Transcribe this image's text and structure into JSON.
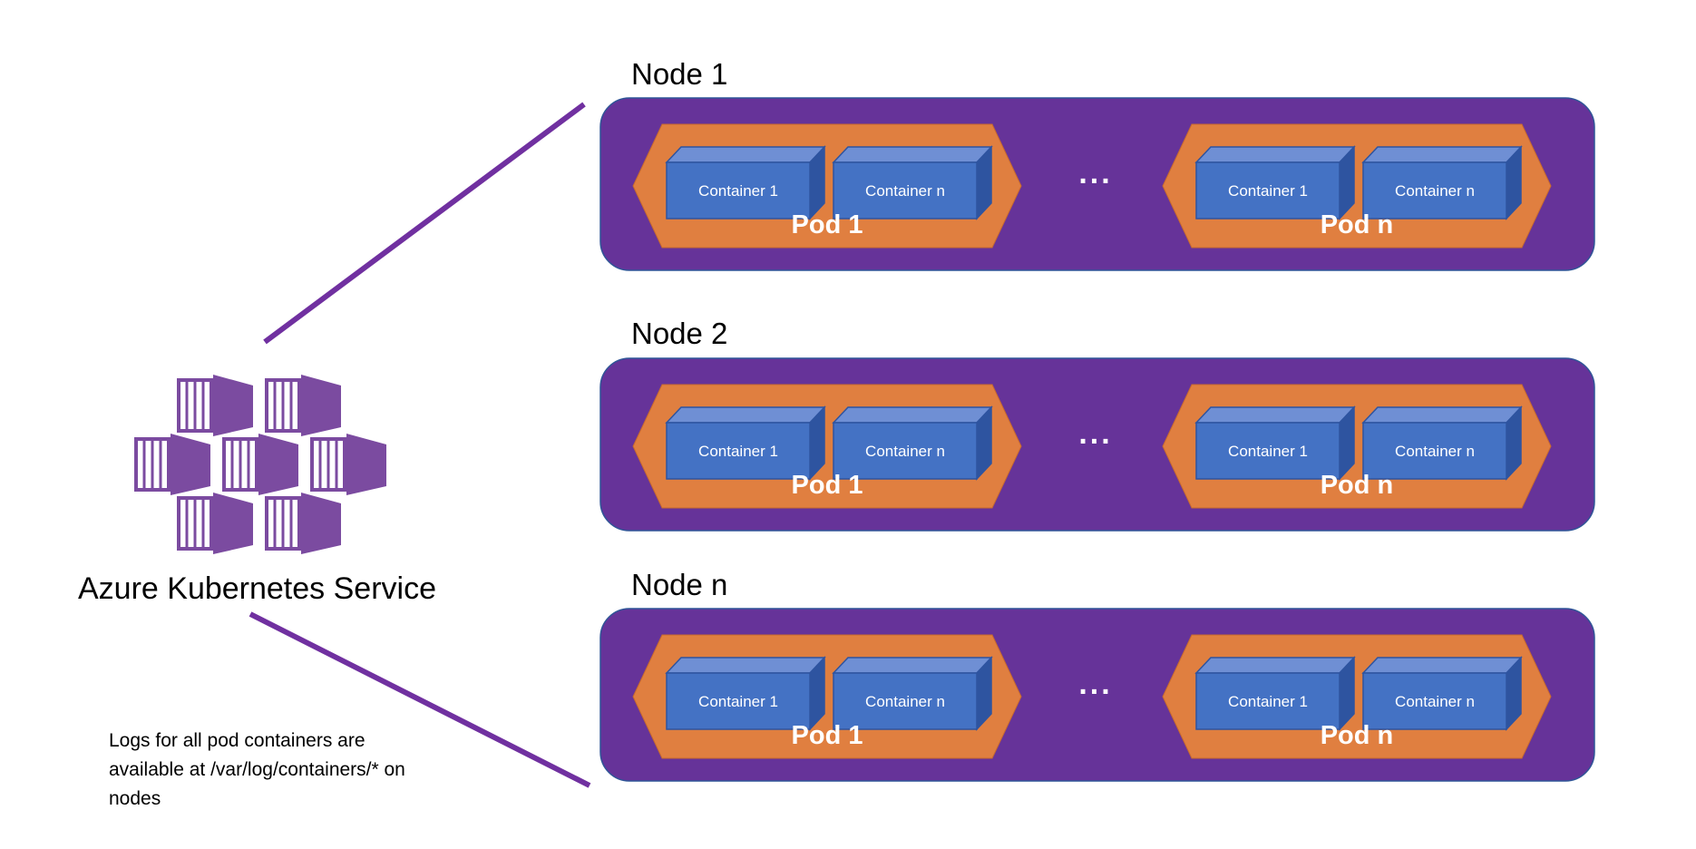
{
  "service": {
    "name": "Azure Kubernetes Service",
    "note_lines": [
      "Logs for all pod containers are",
      "available at /var/log/containers/* on",
      "nodes"
    ]
  },
  "colors": {
    "node_fill": "#663399",
    "node_stroke": "#2f5597",
    "pod_fill": "#e07f40",
    "container_front": "#4472c4",
    "container_top": "#6f8fd4",
    "container_side": "#2e54a0",
    "connector": "#7030a0",
    "logo": "#7b4ba0"
  },
  "ellipsis": "...",
  "nodes": [
    {
      "title": "Node 1",
      "pods": [
        {
          "label": "Pod 1",
          "containers": [
            "Container 1",
            "Container n"
          ]
        },
        {
          "label": "Pod n",
          "containers": [
            "Container 1",
            "Container n"
          ]
        }
      ]
    },
    {
      "title": "Node 2",
      "pods": [
        {
          "label": "Pod 1",
          "containers": [
            "Container 1",
            "Container n"
          ]
        },
        {
          "label": "Pod n",
          "containers": [
            "Container 1",
            "Container n"
          ]
        }
      ]
    },
    {
      "title": "Node n",
      "pods": [
        {
          "label": "Pod 1",
          "containers": [
            "Container 1",
            "Container n"
          ]
        },
        {
          "label": "Pod n",
          "containers": [
            "Container 1",
            "Container n"
          ]
        }
      ]
    }
  ]
}
